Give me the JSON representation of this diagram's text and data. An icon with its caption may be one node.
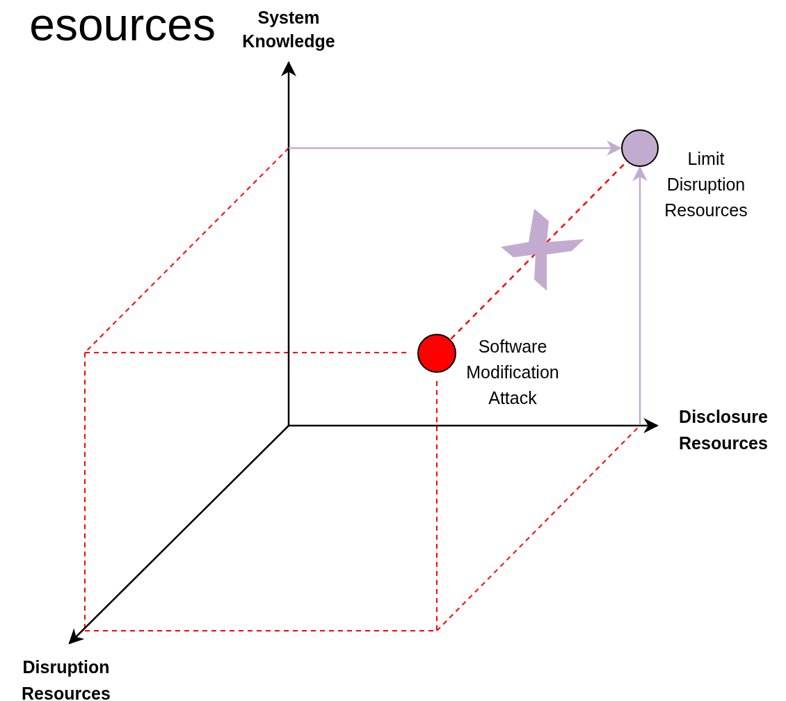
{
  "diagram": {
    "nodes": [
      {
        "text": [],
        "shape": "circle",
        "beside": [
          "Limit Disruption Resources"
        ]
      },
      {
        "text": [],
        "shape": "circle",
        "beside": [
          "Software Modification Attack"
        ]
      }
    ],
    "edges": [
      {
        "from": null,
        "to": 0,
        "arrow": "to"
      },
      {
        "from": null,
        "to": 0,
        "arrow": "to"
      },
      {
        "from": 1,
        "to": 0,
        "arrow": "none",
        "style": "dashed",
        "color": "#ff0000"
      }
    ],
    "labels": [
      "esources",
      "System Knowledge",
      "Disclosure Resources",
      "Disruption Resources"
    ]
  }
}
